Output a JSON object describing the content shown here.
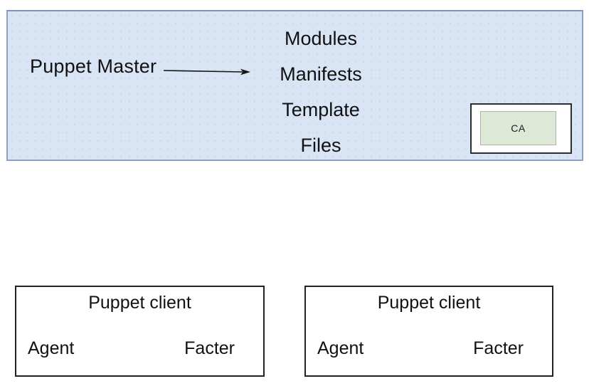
{
  "master_panel": {
    "title": "Puppet Master",
    "items": [
      "Modules",
      "Manifests",
      "Template",
      "Files"
    ],
    "ca_label": "CA"
  },
  "clients": [
    {
      "title": "Puppet client",
      "agent": "Agent",
      "facter": "Facter"
    },
    {
      "title": "Puppet client",
      "agent": "Agent",
      "facter": "Facter"
    }
  ],
  "colors": {
    "panel_background": "#d9e5f4",
    "panel_border": "#8aa2c4",
    "ca_inner_background": "#dde8d7",
    "ca_inner_border": "#a9b6a3",
    "box_border": "#222222",
    "text": "#111111"
  }
}
